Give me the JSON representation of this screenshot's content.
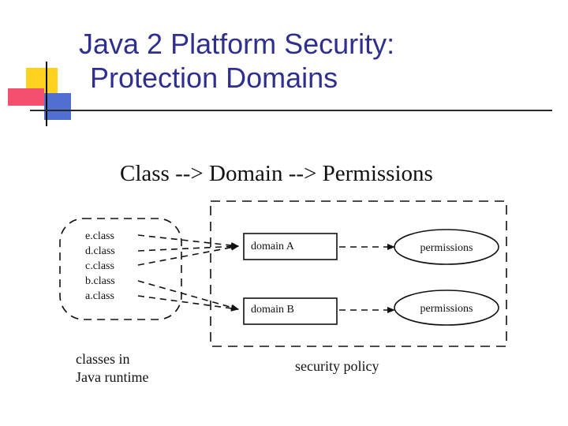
{
  "slide": {
    "title_line1": "Java 2 Platform Security:",
    "title_line2": "Protection Domains"
  },
  "diagram": {
    "heading": "Class --> Domain --> Permissions",
    "classes": [
      "e.class",
      "d.class",
      "c.class",
      "b.class",
      "a.class"
    ],
    "domains": [
      "domain A",
      "domain B"
    ],
    "permissions": [
      "permissions",
      "permissions"
    ],
    "classes_caption_line1": "classes in",
    "classes_caption_line2": "Java runtime",
    "policy_caption": "security policy"
  }
}
